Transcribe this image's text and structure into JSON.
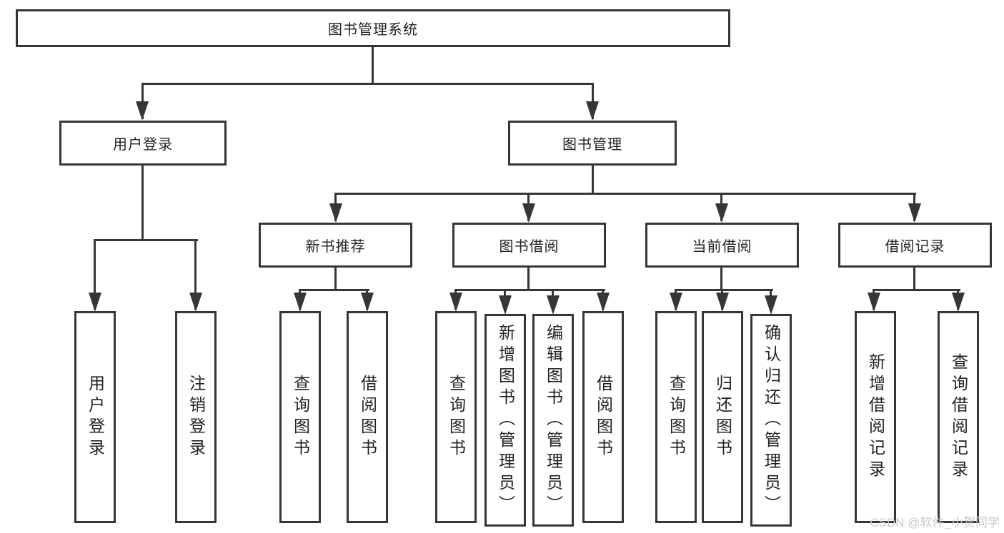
{
  "tree": {
    "root": "图书管理系统",
    "children": [
      {
        "label": "用户登录",
        "children": [
          "用户登录",
          "注销登录"
        ]
      },
      {
        "label": "图书管理",
        "children": [
          {
            "label": "新书推荐",
            "children": [
              "查询图书",
              "借阅图书"
            ]
          },
          {
            "label": "图书借阅",
            "children": [
              "查询图书",
              "新增图书（管理员）",
              "编辑图书（管理员）",
              "借阅图书"
            ]
          },
          {
            "label": "当前借阅",
            "children": [
              "查询图书",
              "归还图书",
              "确认归还（管理员）"
            ]
          },
          {
            "label": "借阅记录",
            "children": [
              "新增借阅记录",
              "查询借阅记录"
            ]
          }
        ]
      }
    ]
  },
  "watermark": "CSDN @软件_小贺同学",
  "colors": {
    "line": "#363636",
    "text": "#222222",
    "watermark": "#c9c9c9",
    "background": "#ffffff"
  }
}
